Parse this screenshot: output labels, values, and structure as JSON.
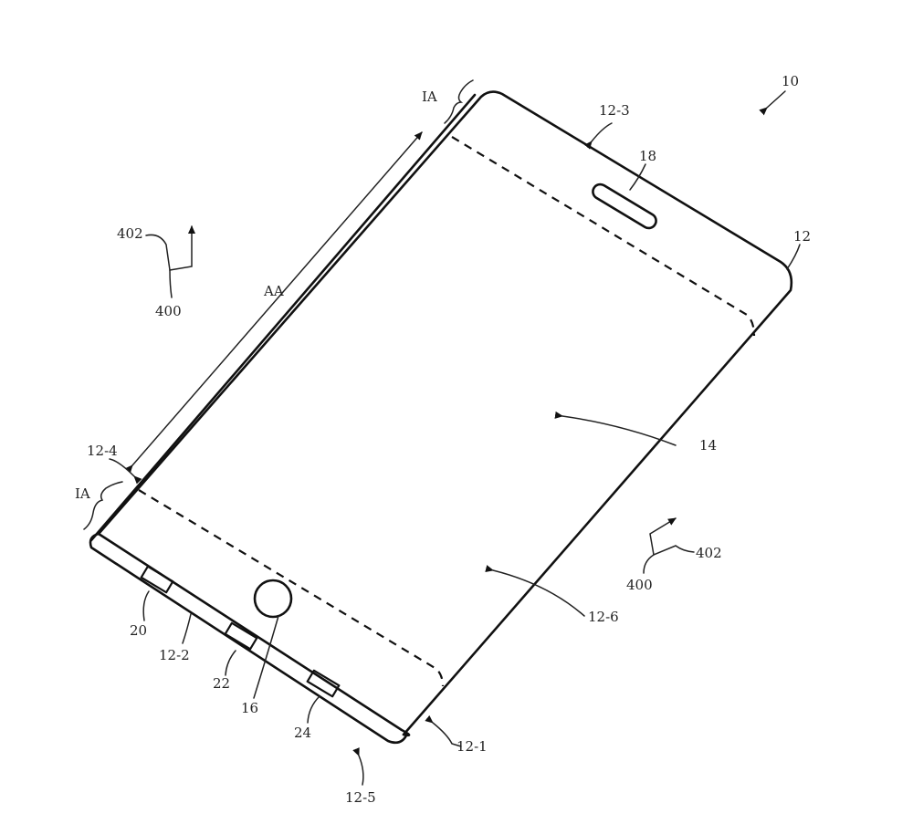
{
  "figure": {
    "labels": {
      "device": "10",
      "housing": "12",
      "side_bottom_right": "12-1",
      "side_front": "12-2",
      "side_top": "12-3",
      "side_left": "12-4",
      "side_bottom": "12-5",
      "rear": "12-6",
      "display": "14",
      "button": "16",
      "speaker": "18",
      "port_1": "20",
      "port_2": "22",
      "port_3": "24",
      "active_area": "AA",
      "inactive_area_top": "IA",
      "inactive_area_bottom": "IA",
      "axis_a_402": "402",
      "axis_a_400": "400",
      "axis_b_402": "402",
      "axis_b_400": "400"
    }
  }
}
